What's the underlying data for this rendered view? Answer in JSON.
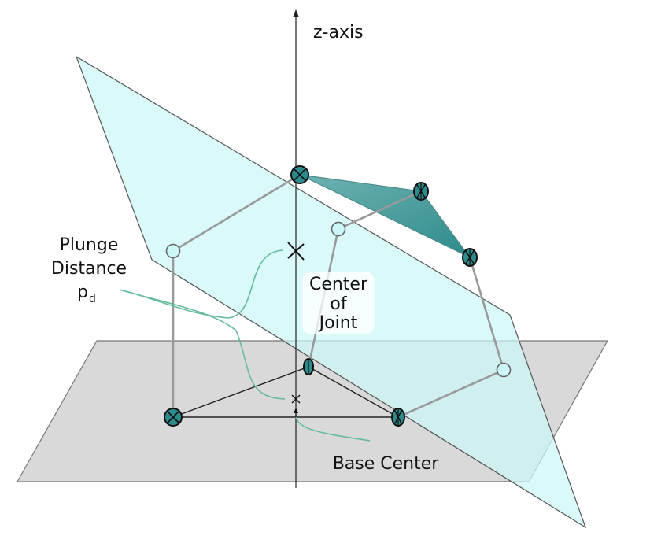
{
  "labels": {
    "z_axis": "z-axis",
    "plunge_line1": "Plunge",
    "plunge_line2": "Distance",
    "plunge_symbol": "p",
    "plunge_subscript": "d",
    "center_line1": "Center",
    "center_line2": "of",
    "center_line3": "Joint",
    "base_center": "Base Center"
  },
  "colors": {
    "base_plane": "#d9d9d9",
    "tilted_plane": "#ccf7f7",
    "joint_fill": "#2e8b8b",
    "link": "#999999",
    "leader": "#66bb99",
    "open_joint": "#ccf7f7"
  }
}
